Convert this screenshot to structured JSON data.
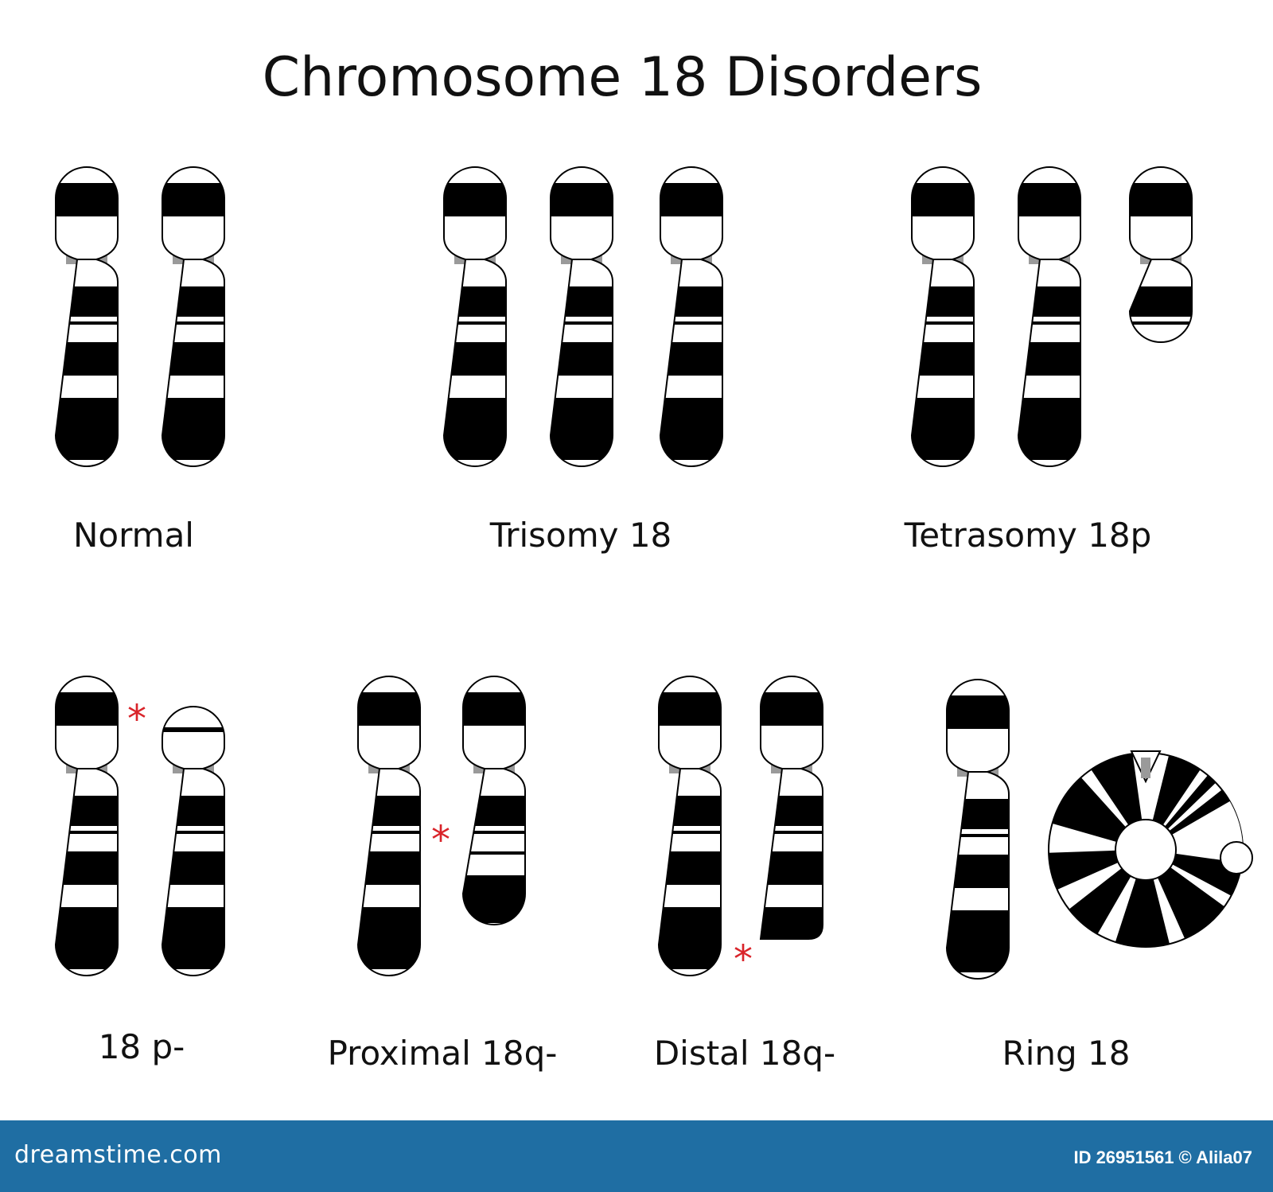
{
  "title": "Chromosome 18  Disorders",
  "panels": [
    {
      "label": "Normal"
    },
    {
      "label": "Trisomy 18"
    },
    {
      "label": "Tetrasomy 18p"
    },
    {
      "label": "18 p-"
    },
    {
      "label": "Proximal 18q-"
    },
    {
      "label": "Distal 18q-"
    },
    {
      "label": "Ring 18"
    }
  ],
  "marker": "*",
  "colors": {
    "band": "#000000",
    "centromere": "#9a9a9a",
    "marker": "#d9242a",
    "footer": "#1f6ea3",
    "outline": "#000000"
  },
  "watermark": {
    "brand": "dreamstime.com",
    "credit": "ID 26951561 © Alila07"
  }
}
